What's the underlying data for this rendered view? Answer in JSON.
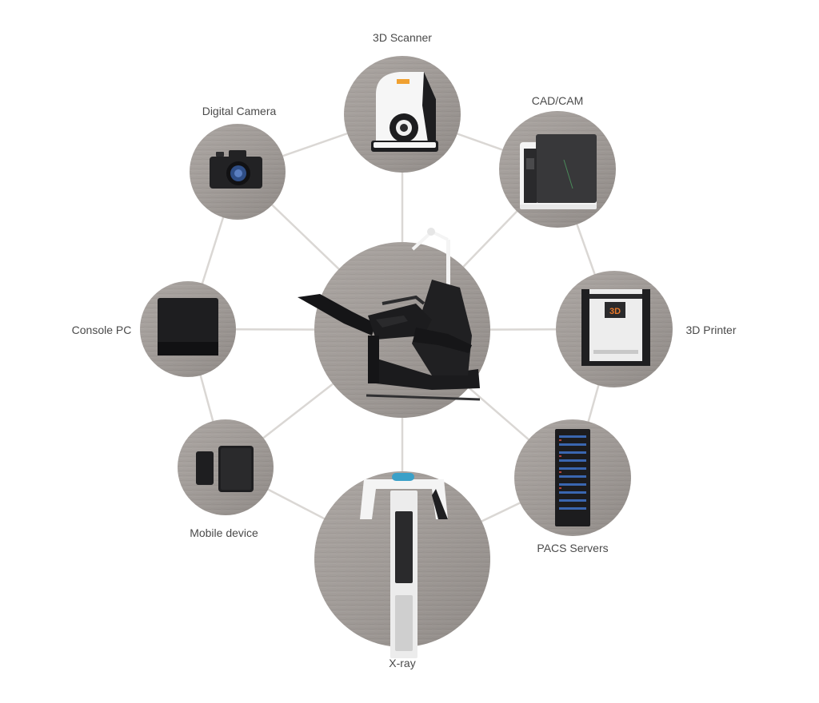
{
  "hub": {
    "name": "Dental chair"
  },
  "nodes": [
    {
      "id": "3d-scanner",
      "label": "3D Scanner",
      "icon": "3d-scanner-icon"
    },
    {
      "id": "cad-cam",
      "label": "CAD/CAM",
      "icon": "cad-cam-mill-icon"
    },
    {
      "id": "3d-printer",
      "label": "3D Printer",
      "icon": "3d-printer-icon",
      "badge": "3D"
    },
    {
      "id": "pacs-servers",
      "label": "PACS Servers",
      "icon": "server-rack-icon"
    },
    {
      "id": "x-ray",
      "label": "X-ray",
      "icon": "x-ray-machine-icon"
    },
    {
      "id": "mobile-device",
      "label": "Mobile device",
      "icon": "mobile-devices-icon"
    },
    {
      "id": "console-pc",
      "label": "Console PC",
      "icon": "console-pc-icon"
    },
    {
      "id": "digital-camera",
      "label": "Digital Camera",
      "icon": "digital-camera-icon"
    }
  ],
  "colors": {
    "circle_fill": "#a39d99",
    "circle_shade": "#8f8985",
    "connector": "#dad7d4",
    "label_text": "#4a4a4a",
    "device_dark": "#1e1e20",
    "device_white": "#f4f4f4",
    "printer_accent": "#e8782a",
    "scanner_accent": "#f0a030",
    "xray_accent": "#3aa0c8"
  }
}
